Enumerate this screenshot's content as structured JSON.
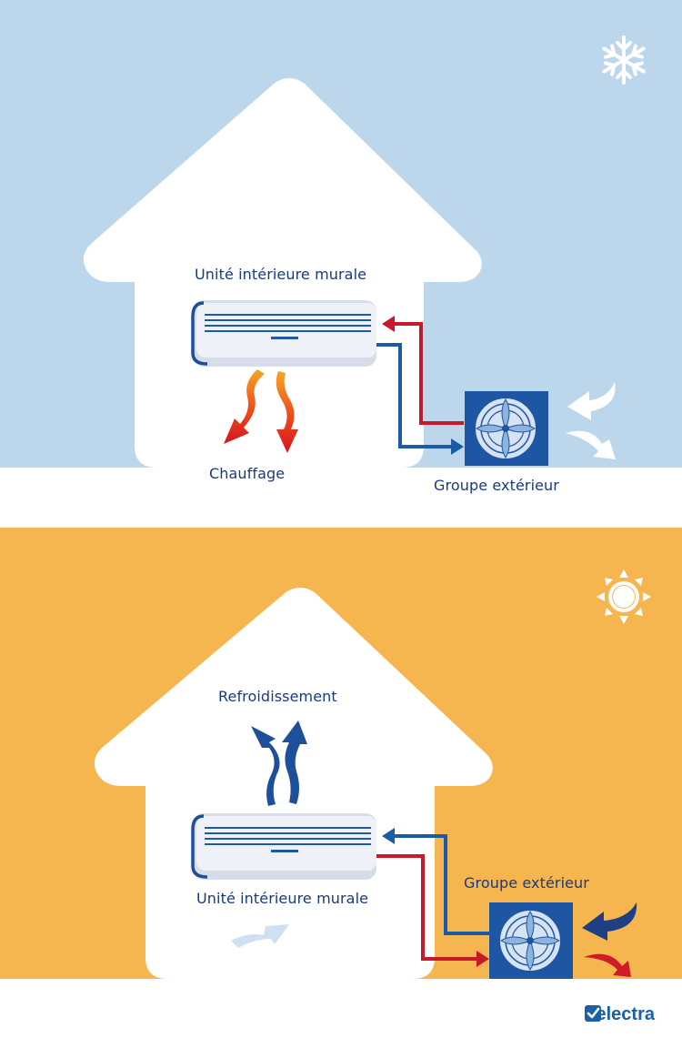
{
  "colors": {
    "winter_sky": "#bcd6ec",
    "summer_sky": "#f6b64f",
    "house": "#ffffff",
    "label_text": "#1b3a7a",
    "pipe_cold": "#1c5aa6",
    "pipe_hot": "#c8192a",
    "outdoor_unit": "#1f56a4",
    "brand": "#1b5fa8"
  },
  "winter": {
    "icon": "snowflake-icon",
    "indoor_unit_label": "Unité intérieure murale",
    "air_effect_label": "Chauffage",
    "outdoor_unit_label": "Groupe extérieur"
  },
  "summer": {
    "icon": "sun-icon",
    "air_effect_label": "Refroidissement",
    "indoor_unit_label": "Unité intérieure murale",
    "outdoor_unit_label": "Groupe extérieur"
  },
  "brand": {
    "icon": "selectra-checkbox-icon",
    "name": "Selectra"
  }
}
